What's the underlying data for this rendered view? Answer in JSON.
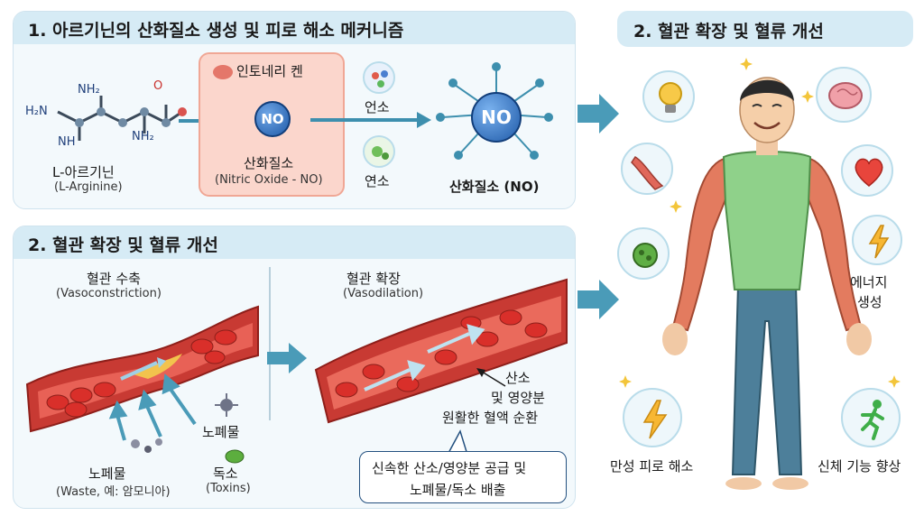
{
  "section1": {
    "title": "1. 아르기닌의 산화질소 생성 및 피로 해소 메커니즘",
    "arginine": {
      "name": "L-아르기닌",
      "sub": "(L-Arginine)",
      "atoms": [
        "H₂N",
        "NH₂",
        "NH",
        "NH₂",
        "O"
      ]
    },
    "endothelial": {
      "label": "인토네리 켄",
      "no_badge": "NO",
      "name": "산화질소",
      "sub": "(Nitric Oxide - NO)"
    },
    "oxygen_label": "언소",
    "oxygen2_label": "연소",
    "no_result": {
      "badge": "NO",
      "name": "산화질소 (NO)"
    }
  },
  "section2": {
    "title": "2. 혈관 확장 및 혈류 개선",
    "constriction": {
      "title": "혈관 수축",
      "sub": "(Vasoconstriction)"
    },
    "dilation": {
      "title": "혈관 확장",
      "sub": "(Vasodilation)"
    },
    "waste_label": "노페물",
    "waste_sub": "(Waste, 예: 암모니아)",
    "waste_label2": "노폐물",
    "toxin_label": "독소",
    "toxin_sub": "(Toxins)",
    "flow_text": [
      "산소",
      "및 영양분",
      "원활한 혈액 순환"
    ],
    "callout": [
      "신속한 산소/영양분 공급 및",
      "노폐물/독소 배출"
    ]
  },
  "section3": {
    "title": "2. 혈관 확장 및 혈류 개선",
    "energy_label": [
      "에너지",
      "생성"
    ],
    "fatigue_label": "만성 피로 해소",
    "function_label": "신체 기능 향상"
  },
  "colors": {
    "panel_bg": "#f3f9fc",
    "header_bg": "#d6ebf5",
    "no_blue": "#2f6fc2",
    "vessel_red": "#d8403a",
    "arrow_teal": "#4a9bb8"
  }
}
